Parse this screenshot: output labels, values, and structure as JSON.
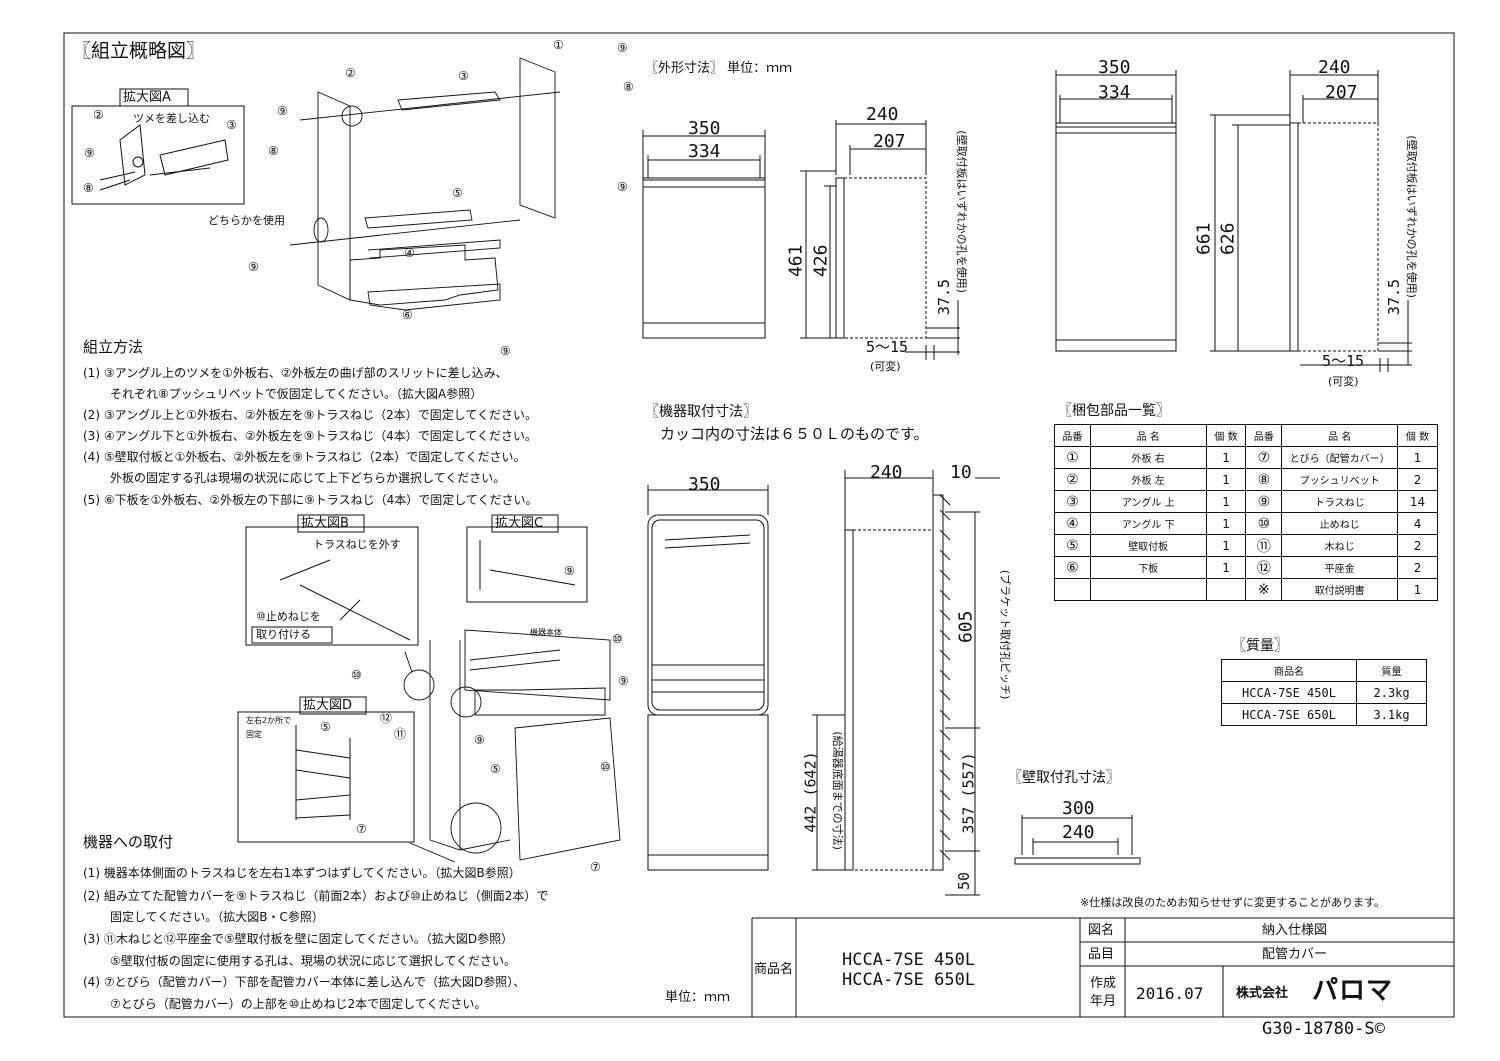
{
  "assembly": {
    "title": "〖組立概略図〗",
    "zoom_a": "拡大図A",
    "zoom_a_note": "ツメを差し込む",
    "either_note": "どちらかを使用",
    "zoom_b": "拡大図B",
    "zoom_b_note1": "トラスねじを外す",
    "zoom_b_note2": "⑩止めねじを",
    "zoom_b_note3": "取り付ける",
    "zoom_c": "拡大図C",
    "zoom_d": "拡大図D",
    "zoom_d_note1": "左右2か所で",
    "zoom_d_note2": "固定",
    "unit_body": "機器本体",
    "callouts": [
      "①",
      "②",
      "③",
      "④",
      "⑤",
      "⑥",
      "⑦",
      "⑧",
      "⑨",
      "⑩",
      "⑪",
      "⑫"
    ]
  },
  "method": {
    "title": "組立方法",
    "lines": [
      "(1) ③アングル上のツメを①外板右、②外板左の曲げ部のスリットに差し込み、",
      "それぞれ⑧プッシュリベットで仮固定してください。（拡大図A参照）",
      "(2) ③アングル上と①外板右、②外板左を⑨トラスねじ（2本）で固定してください。",
      "(3) ④アングル下と①外板右、②外板左を⑨トラスねじ（4本）で固定してください。",
      "(4) ⑤壁取付板と①外板右、②外板左を⑨トラスねじ（2本）で固定してください。",
      "外板の固定する孔は現場の状況に応じて上下どちらか選択してください。",
      "(5) ⑥下板を①外板右、②外板左の下部に⑨トラスねじ（4本）で固定してください。"
    ]
  },
  "install": {
    "title": "機器への取付",
    "lines": [
      "(1) 機器本体側面のトラスねじを左右1本ずつはずしてください。（拡大図B参照）",
      "(2) 組み立てた配管カバーを⑨トラスねじ（前面2本）および⑩止めねじ（側面2本）で",
      "固定してください。（拡大図B・C参照）",
      "(3) ⑪木ねじと⑫平座金で⑤壁取付板を壁に固定してください。（拡大図D参照）",
      "⑤壁取付板の固定に使用する孔は、現場の状況に応じて選択してください。",
      "(4) ⑦とびら（配管カバー）下部を配管カバー本体に差し込んで（拡大図D参照）、",
      "⑦とびら（配管カバー）の上部を⑩止めねじ2本で固定してください。"
    ]
  },
  "outer": {
    "title": "〖外形寸法〗 単位：ｍｍ",
    "w350": "350",
    "w334": "334",
    "d240": "240",
    "d207": "207",
    "h461": "461",
    "h426": "426",
    "h661": "661",
    "h626": "626",
    "h375": "37.5",
    "gap": "5～15",
    "variable": "(可変)",
    "wall_note": "(壁取付板はいずれかの孔を使用)"
  },
  "mount": {
    "title": "〖機器取付寸法〗",
    "note": "カッコ内の寸法は６５０Ｌのものです。",
    "w350": "350",
    "d240": "240",
    "d10": "10",
    "h605": "605",
    "pitch_note": "(ブラケット取付孔ピッチ)",
    "h442": "442 (642)",
    "floor_note": "(給湯器底面までの寸法)",
    "h357": "357 (557)",
    "h50": "50"
  },
  "wall": {
    "title": "〖壁取付孔寸法〗",
    "w300": "300",
    "w240": "240"
  },
  "parts": {
    "title": "〖梱包部品一覧〗",
    "headers": [
      "品番",
      "品 名",
      "個 数",
      "品番",
      "品 名",
      "個 数"
    ],
    "rows": [
      [
        "①",
        "外板 右",
        "1",
        "⑦",
        "とびら（配管カバー）",
        "1"
      ],
      [
        "②",
        "外板 左",
        "1",
        "⑧",
        "プッシュリベット",
        "2"
      ],
      [
        "③",
        "アングル 上",
        "1",
        "⑨",
        "トラスねじ",
        "14"
      ],
      [
        "④",
        "アングル 下",
        "1",
        "⑩",
        "止めねじ",
        "4"
      ],
      [
        "⑤",
        "壁取付板",
        "1",
        "⑪",
        "木ねじ",
        "2"
      ],
      [
        "⑥",
        "下板",
        "1",
        "⑫",
        "平座金",
        "2"
      ],
      [
        "",
        "",
        "",
        "※",
        "取付説明書",
        "1"
      ]
    ]
  },
  "mass": {
    "title": "〖質量〗",
    "headers": [
      "商品名",
      "質量"
    ],
    "rows": [
      [
        "HCCA-7SE 450L",
        "2.3kg"
      ],
      [
        "HCCA-7SE 650L",
        "3.1kg"
      ]
    ]
  },
  "footer": {
    "notice": "※仕様は改良のためお知らせせずに変更することがあります。",
    "unit": "単位：ｍｍ",
    "product_label": "商品名",
    "product1": "HCCA-7SE 450L",
    "product2": "HCCA-7SE 650L",
    "fig_label": "図名",
    "fig_value": "納入仕様図",
    "item_label": "品目",
    "item_value": "配管カバー",
    "date_label1": "作成",
    "date_label2": "年月",
    "date_value": "2016.07",
    "company": "株式会社",
    "brand": "パロマ",
    "doc_no": "G30-18780-S©"
  }
}
